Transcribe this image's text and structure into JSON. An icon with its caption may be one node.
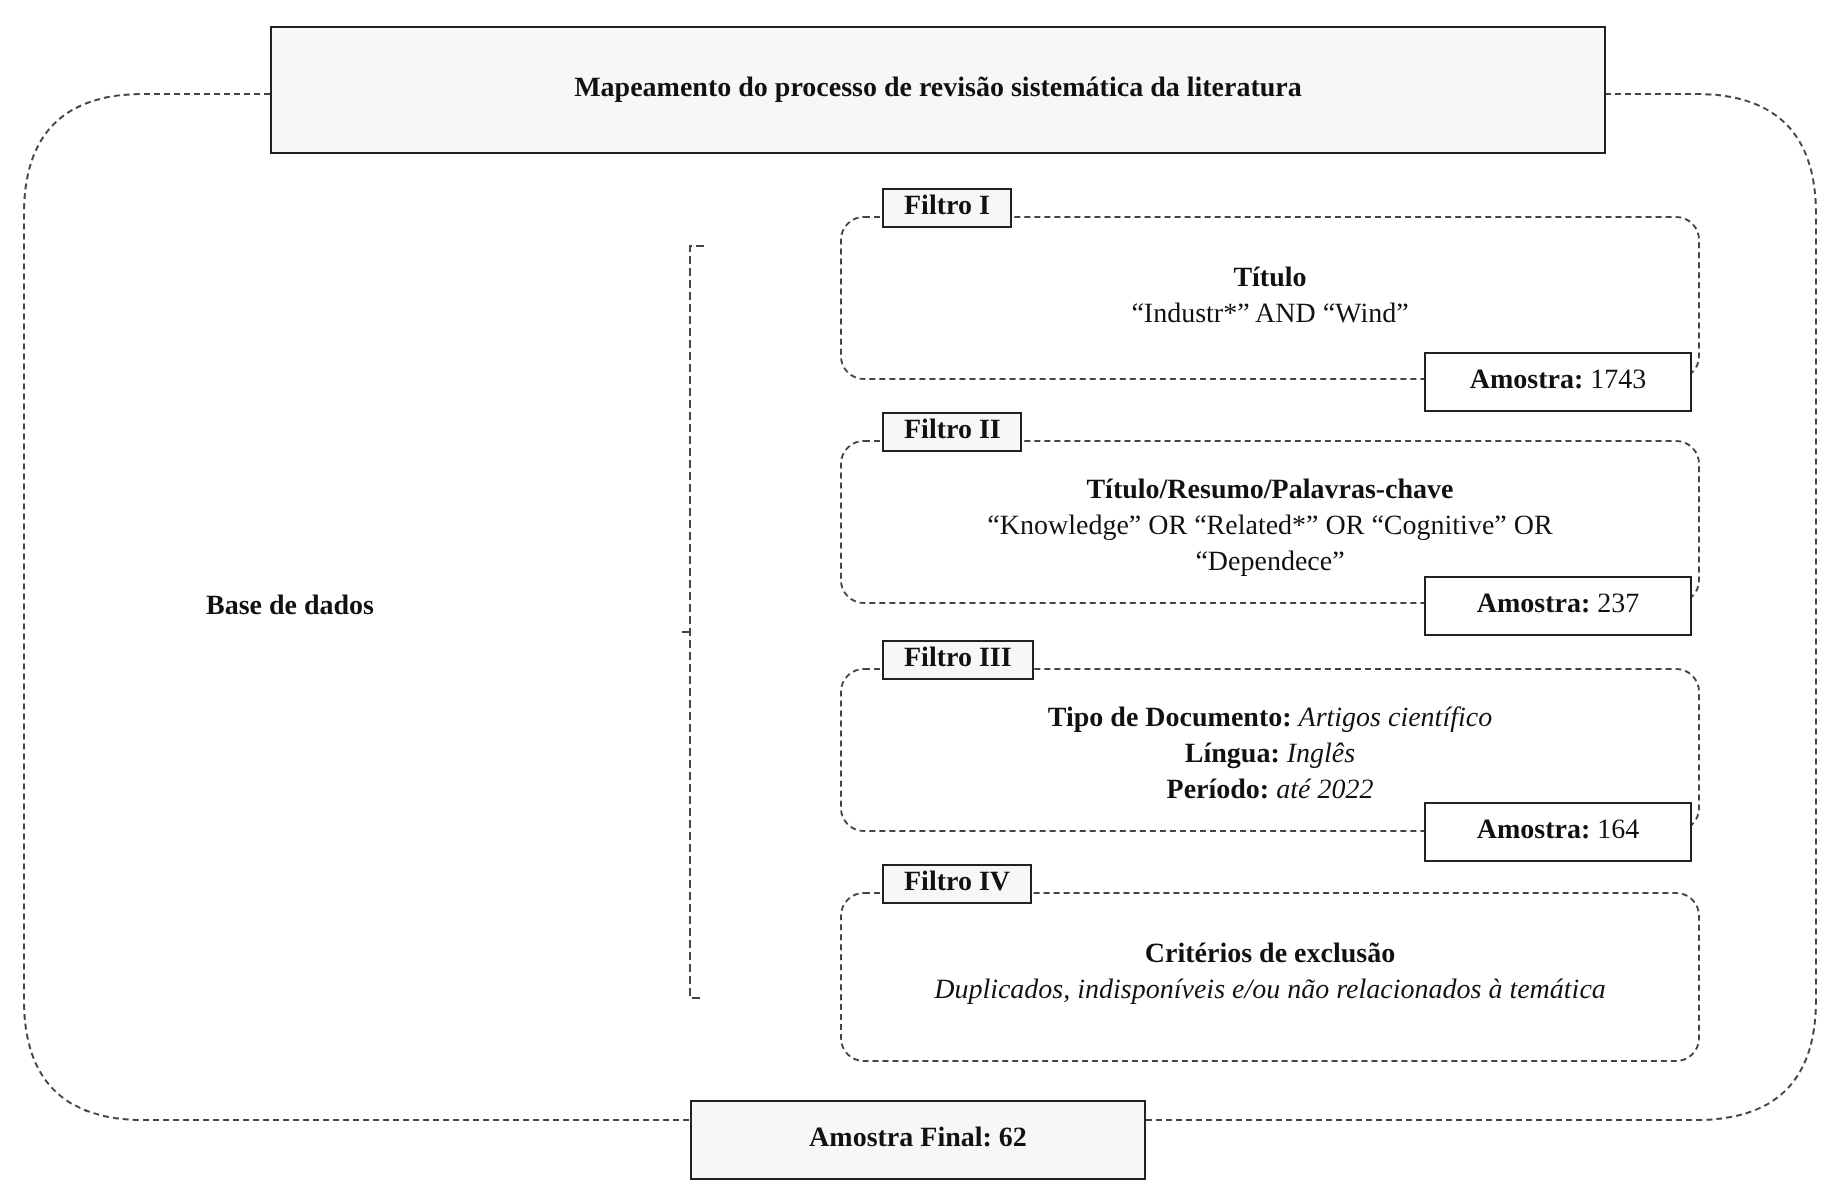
{
  "diagram": {
    "nodes": [
      {
        "text": [
          "Mapeamento do processo de revisão sistemática da literatura"
        ]
      },
      {
        "text": [
          "Filtro I",
          "Título",
          "“Industr*” AND “Wind”"
        ]
      },
      {
        "text": [
          "**Amostra:** 1743"
        ]
      },
      {
        "text": [
          "Filtro II",
          "Título/Resumo/Palavras-chave",
          "“Knowledge” OR “Related*” OR “Cognitive” OR “Dependece”"
        ]
      },
      {
        "text": [
          "**Amostra:** 237"
        ]
      },
      {
        "text": [
          "Filtro III",
          "**Tipo de Documento:** *Artigos científico*",
          "**Língua:** *Inglês*",
          "**Período:** *até 2022*"
        ]
      },
      {
        "text": [
          "**Amostra:** 164"
        ]
      },
      {
        "text": [
          "Filtro IV",
          "Critérios de exclusão",
          "Duplicados, indisponíveis e/ou não relacionados à temática"
        ]
      },
      {
        "text": [
          "Amostra Final: 62"
        ]
      }
    ],
    "labels": [
      "Base de dados"
    ]
  }
}
